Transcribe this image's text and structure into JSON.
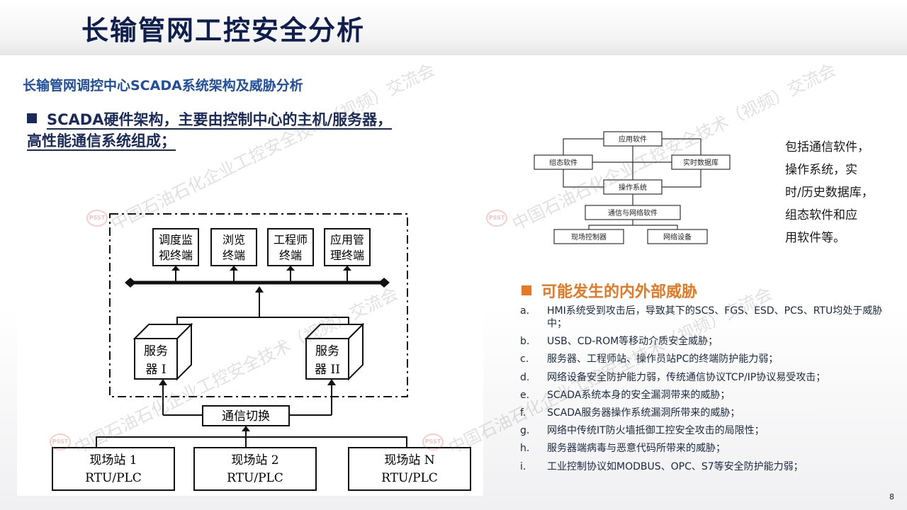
{
  "title": "长输管网工控安全分析",
  "subtitle": "长输管网调控中心SCADA系统架构及威胁分析",
  "bullet1": {
    "line1_underlined": "SCADA硬件架构，主要由控制中心的主机/服务器，",
    "line2_underlined": "高性能通信系统组成；"
  },
  "hw_diagram": {
    "terminals": [
      {
        "line1": "调度监",
        "line2": "视终端"
      },
      {
        "line1": "浏览",
        "line2": "终端"
      },
      {
        "line1": "工程师",
        "line2": "终端"
      },
      {
        "line1": "应用管",
        "line2": "理终端"
      }
    ],
    "server1": {
      "line1": "服务",
      "line2": "器 I"
    },
    "server2": {
      "line1": "服务",
      "line2": "器 II"
    },
    "switch": "通信切换",
    "stations": [
      {
        "line1": "现场站 1",
        "line2": "RTU/PLC"
      },
      {
        "line1": "现场站 2",
        "line2": "RTU/PLC"
      },
      {
        "line1": "现场站 N",
        "line2": "RTU/PLC"
      }
    ]
  },
  "sw_diagram": {
    "app": "应用软件",
    "config": "组态软件",
    "realtime_db": "实时数据库",
    "os": "操作系统",
    "comm": "通信与网络软件",
    "field_ctrl": "现场控制器",
    "net_dev": "网络设备"
  },
  "side_text": [
    "包括通信软件，",
    "操作系统，实",
    "时/历史数据库，",
    "组态软件和应",
    "用软件等。"
  ],
  "threats": {
    "heading": "可能发生的内外部威胁",
    "items": [
      {
        "letter": "a.",
        "text": "HMI系统受到攻击后，导致其下的SCS、FGS、ESD、PCS、RTU均处于威胁中；"
      },
      {
        "letter": "b.",
        "text": "USB、CD-ROM等移动介质安全威胁；"
      },
      {
        "letter": "c.",
        "text": "服务器、工程师站、操作员站PC的终端防护能力弱；"
      },
      {
        "letter": "d.",
        "text": "网络设备安全防护能力弱，传统通信协议TCP/IP协议易受攻击；"
      },
      {
        "letter": "e.",
        "text": "SCADA系统本身的安全漏洞带来的威胁；"
      },
      {
        "letter": "f.",
        "text": "SCADA服务器操作系统漏洞所带来的威胁；"
      },
      {
        "letter": "g.",
        "text": "网络中传统IT防火墙抵御工控安全攻击的局限性；"
      },
      {
        "letter": "h.",
        "text": "服务器端病毒与恶意代码所带来的威胁；"
      },
      {
        "letter": "i.",
        "text": "工业控制协议如MODBUS、OPC、S7等安全防护能力弱；"
      }
    ]
  },
  "watermark": "中国石油石化企业工控安全技术（视频）交流会",
  "watermark_logo": "PSST",
  "page_number": "8"
}
